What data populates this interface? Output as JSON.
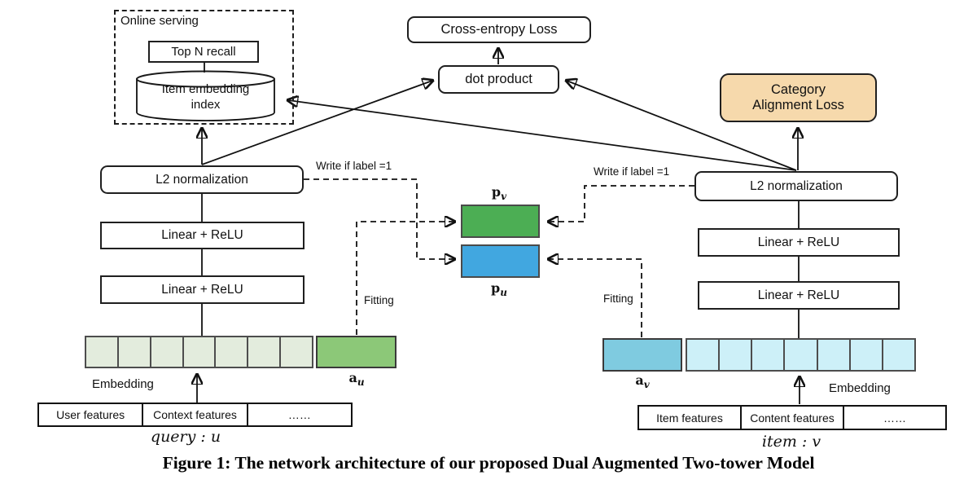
{
  "figure": {
    "caption": "Figure 1: The network architecture of our proposed Dual Augmented Two-tower Model"
  },
  "online_serving": {
    "title": "Online serving",
    "top_n_recall": "Top N recall",
    "index_line1": "Item embedding",
    "index_line2": "index"
  },
  "losses": {
    "cross_entropy": "Cross-entropy Loss",
    "dot_product": "dot product",
    "category_line1": "Category",
    "category_line2": "Alignment Loss"
  },
  "center": {
    "write_left": "Write if label =1",
    "write_right": "Write if label =1",
    "fitting_left": "Fitting",
    "fitting_right": "Fitting",
    "pv": {
      "base": "p",
      "sub": "v"
    },
    "pu": {
      "base": "p",
      "sub": "u"
    }
  },
  "user_tower": {
    "l2": "L2 normalization",
    "linear1": "Linear + ReLU",
    "linear2": "Linear + ReLU",
    "embedding": "Embedding",
    "aug": {
      "base": "a",
      "sub": "u"
    },
    "features": [
      "User features",
      "Context features",
      "……"
    ],
    "input": "query : u",
    "embedding_cells": 7
  },
  "item_tower": {
    "l2": "L2 normalization",
    "linear1": "Linear + ReLU",
    "linear2": "Linear + ReLU",
    "embedding": "Embedding",
    "aug": {
      "base": "a",
      "sub": "v"
    },
    "features": [
      "Item features",
      "Content features",
      "……"
    ],
    "input": "item : v",
    "embedding_cells": 7
  },
  "colors": {
    "pv_green": "#4cae54",
    "pu_blue": "#41a7e0",
    "au_green": "#8cc878",
    "av_blue": "#7fcbe0",
    "user_embedding_cell": "#e3ecdd",
    "item_embedding_cell": "#cdf0f8",
    "category_loss_fill": "#f6d9ac"
  }
}
